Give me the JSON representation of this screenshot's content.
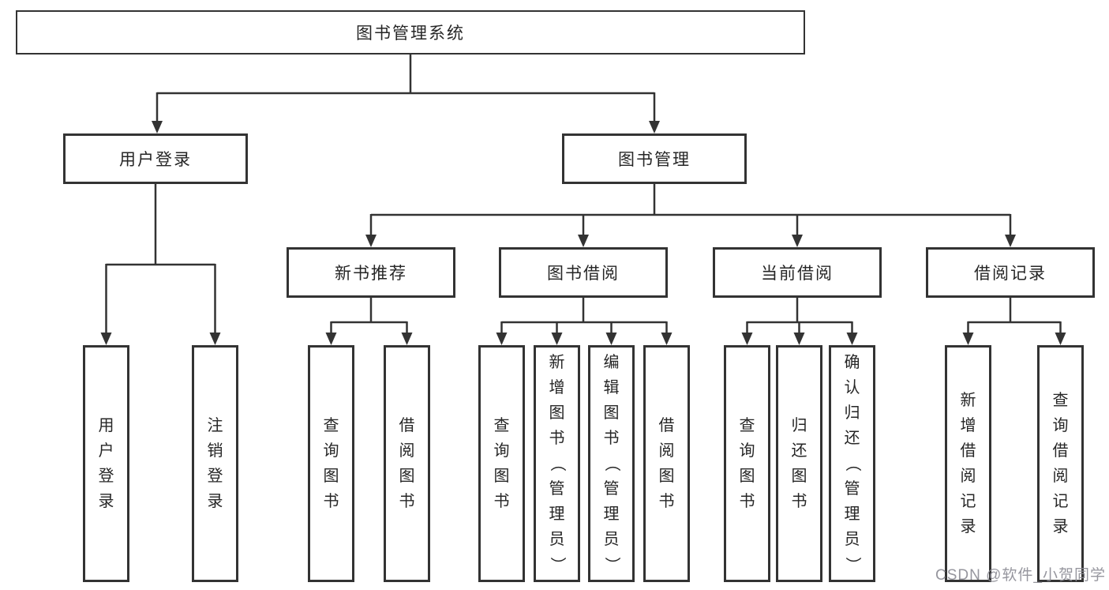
{
  "diagram": {
    "title_node": "图书管理系统",
    "level2": {
      "user_login": "用户登录",
      "book_mgmt": "图书管理"
    },
    "level3": {
      "new_books": "新书推荐",
      "book_borrow": "图书借阅",
      "current_borrow": "当前借阅",
      "borrow_records": "借阅记录"
    },
    "leaves": {
      "user_login_leaf": "用户登录",
      "logout_leaf": "注销登录",
      "nb_query_books": "查询图书",
      "nb_borrow_books": "借阅图书",
      "bw_query_books": "查询图书",
      "bw_add_books": "新增图书（管理员）",
      "bw_edit_books": "编辑图书（管理员）",
      "bw_borrow_books": "借阅图书",
      "cur_query_books": "查询图书",
      "cur_return_books": "归还图书",
      "cur_confirm_return": "确认归还（管理员）",
      "rec_add_record": "新增借阅记录",
      "rec_query_record": "查询借阅记录"
    },
    "colors": {
      "line": "#333333",
      "box_border": "#333333",
      "text": "#262626",
      "background": "#ffffff",
      "watermark": "#8b8b94"
    }
  },
  "watermark": {
    "text": "CSDN @软件_小贺同学"
  }
}
